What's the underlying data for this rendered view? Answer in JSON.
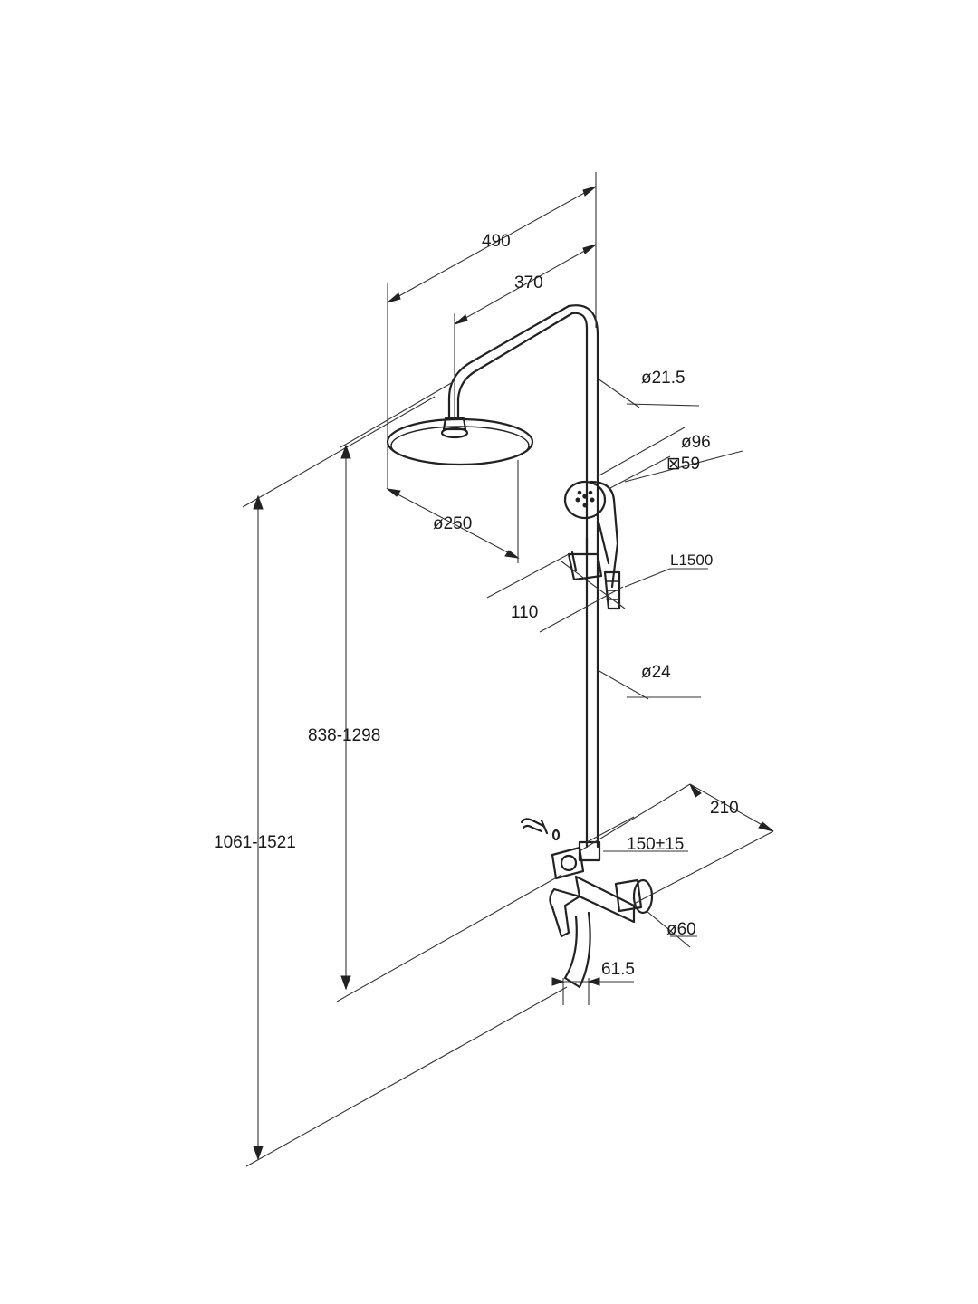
{
  "dimensions": {
    "overall_width": "490",
    "arm_reach": "370",
    "column_diameter": "ø21.5",
    "handshower_diameter": "ø96",
    "handshower_spray": "⊠59",
    "overhead_diameter": "ø250",
    "hose_length": "L1500",
    "holder_offset": "110",
    "lower_column_diameter": "ø24",
    "overhead_height": "838-1298",
    "total_height": "1061-1521",
    "mixer_depth": "210",
    "inlet_centers": "150±15",
    "escutcheon_diameter": "ø60",
    "spout_projection": "61.5"
  },
  "colors": {
    "line": "#222222",
    "background": "#ffffff"
  }
}
